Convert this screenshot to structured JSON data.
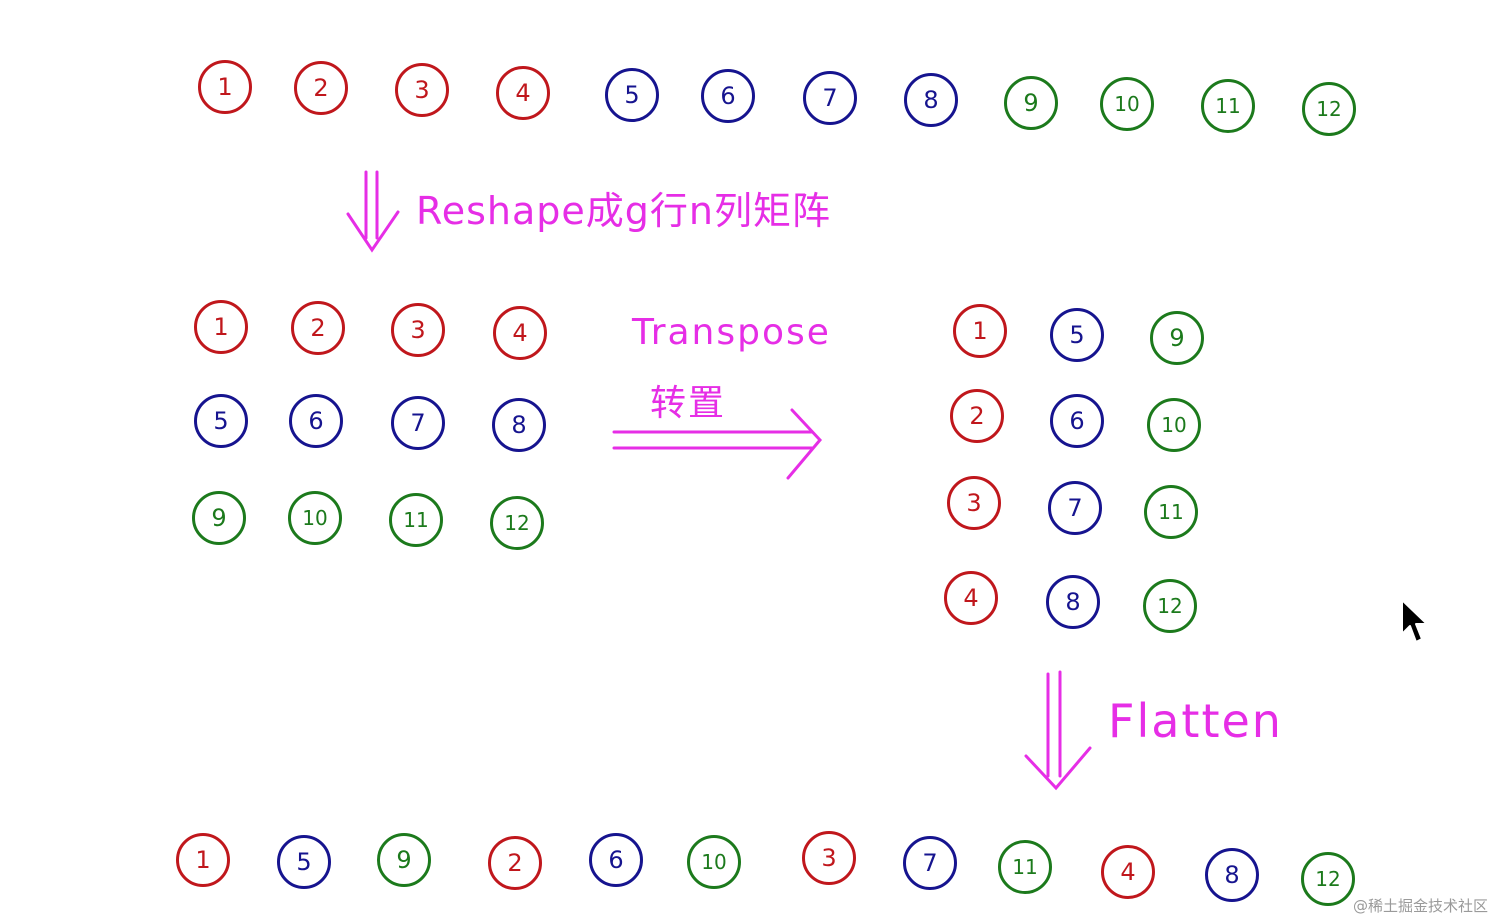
{
  "colors": {
    "red": "#c0171c",
    "blue": "#16148f",
    "green": "#1c7a1c",
    "accent": "#e62ee6"
  },
  "labels": {
    "reshape": "Reshape成g行n列矩阵",
    "transpose": "Transpose",
    "transpose_cn": "转置",
    "flatten": "Flatten"
  },
  "watermark": "@稀土掘金技术社区",
  "rows": {
    "input": [
      {
        "v": "1",
        "c": "red"
      },
      {
        "v": "2",
        "c": "red"
      },
      {
        "v": "3",
        "c": "red"
      },
      {
        "v": "4",
        "c": "red"
      },
      {
        "v": "5",
        "c": "blue"
      },
      {
        "v": "6",
        "c": "blue"
      },
      {
        "v": "7",
        "c": "blue"
      },
      {
        "v": "8",
        "c": "blue"
      },
      {
        "v": "9",
        "c": "green"
      },
      {
        "v": "10",
        "c": "green"
      },
      {
        "v": "11",
        "c": "green"
      },
      {
        "v": "12",
        "c": "green"
      }
    ],
    "output": [
      {
        "v": "1",
        "c": "red"
      },
      {
        "v": "5",
        "c": "blue"
      },
      {
        "v": "9",
        "c": "green"
      },
      {
        "v": "2",
        "c": "red"
      },
      {
        "v": "6",
        "c": "blue"
      },
      {
        "v": "10",
        "c": "green"
      },
      {
        "v": "3",
        "c": "red"
      },
      {
        "v": "7",
        "c": "blue"
      },
      {
        "v": "11",
        "c": "green"
      },
      {
        "v": "4",
        "c": "red"
      },
      {
        "v": "8",
        "c": "blue"
      },
      {
        "v": "12",
        "c": "green"
      }
    ]
  },
  "matrices": {
    "reshaped": [
      [
        {
          "v": "1",
          "c": "red"
        },
        {
          "v": "2",
          "c": "red"
        },
        {
          "v": "3",
          "c": "red"
        },
        {
          "v": "4",
          "c": "red"
        }
      ],
      [
        {
          "v": "5",
          "c": "blue"
        },
        {
          "v": "6",
          "c": "blue"
        },
        {
          "v": "7",
          "c": "blue"
        },
        {
          "v": "8",
          "c": "blue"
        }
      ],
      [
        {
          "v": "9",
          "c": "green"
        },
        {
          "v": "10",
          "c": "green"
        },
        {
          "v": "11",
          "c": "green"
        },
        {
          "v": "12",
          "c": "green"
        }
      ]
    ],
    "transposed": [
      [
        {
          "v": "1",
          "c": "red"
        },
        {
          "v": "5",
          "c": "blue"
        },
        {
          "v": "9",
          "c": "green"
        }
      ],
      [
        {
          "v": "2",
          "c": "red"
        },
        {
          "v": "6",
          "c": "blue"
        },
        {
          "v": "10",
          "c": "green"
        }
      ],
      [
        {
          "v": "3",
          "c": "red"
        },
        {
          "v": "7",
          "c": "blue"
        },
        {
          "v": "11",
          "c": "green"
        }
      ],
      [
        {
          "v": "4",
          "c": "red"
        },
        {
          "v": "8",
          "c": "blue"
        },
        {
          "v": "12",
          "c": "green"
        }
      ]
    ]
  }
}
